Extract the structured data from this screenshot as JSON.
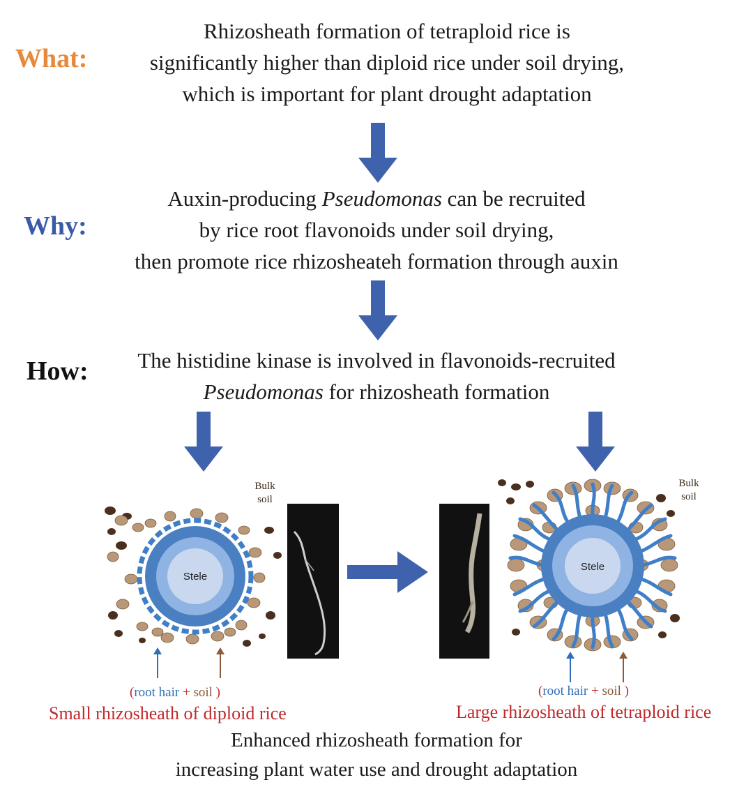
{
  "sections": {
    "what": {
      "label": "What:",
      "color": "#e8883a",
      "lines": [
        "Rhizosheath formation of tetraploid rice is",
        "significantly higher than diploid rice under soil drying,",
        "which is important for plant drought adaptation"
      ]
    },
    "why": {
      "label": "Why:",
      "color": "#3a5aa8",
      "line1_pre": "Auxin-producing ",
      "line1_italic": "Pseudomonas",
      "line1_post": " can be recruited",
      "line2": "by rice root flavonoids under soil drying,",
      "line3": "then promote rice rhizosheateh formation through auxin"
    },
    "how": {
      "label": "How:",
      "color": "#111111",
      "line1": "The histidine kinase is involved in flavonoids-recruited",
      "line2_italic": "Pseudomonas",
      "line2_post": " for rhizosheath formation"
    }
  },
  "diagram": {
    "left": {
      "stele": "Stele",
      "bulk_soil_line1": "Bulk",
      "bulk_soil_line2": "soil",
      "bracket_open": "(",
      "bracket_root_hair": "root hair",
      "bracket_plus": " + ",
      "bracket_soil": "soil",
      "bracket_close": " )",
      "caption": "Small rhizosheath of diploid rice"
    },
    "right": {
      "stele": "Stele",
      "bulk_soil_line1": "Bulk",
      "bulk_soil_line2": "soil",
      "bracket_open": "(",
      "bracket_root_hair": "root hair",
      "bracket_plus": " + ",
      "bracket_soil": "soil",
      "bracket_close": " )",
      "caption": "Large rhizosheath of tetraploid rice"
    }
  },
  "footer": {
    "line1": "Enhanced rhizosheath formation for",
    "line2": "increasing plant water use and drought adaptation"
  },
  "colors": {
    "arrow": "#3f62ad",
    "root_hair": "#3f7fc8",
    "soil_particle": "#b89878",
    "dark_soil": "#4a2f1e",
    "stele_outer": "#4a7fc2",
    "stele_mid": "#8fb3e2",
    "stele_inner": "#c9d8ef",
    "caption_red": "#c0282a"
  }
}
